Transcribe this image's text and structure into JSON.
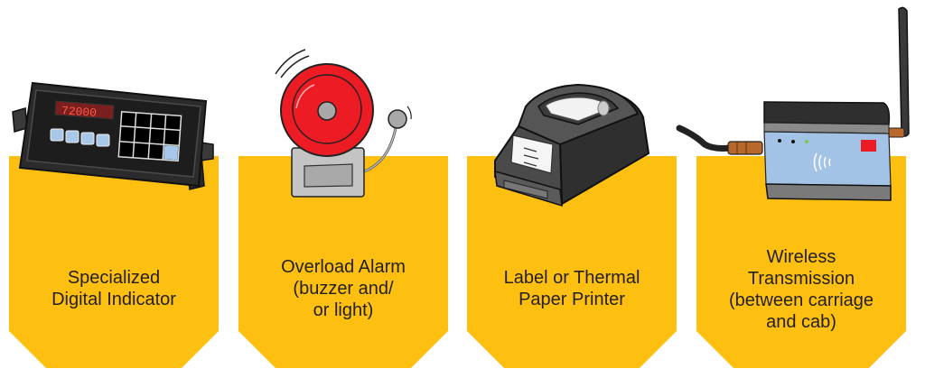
{
  "colors": {
    "panel_fill": "#FDC010",
    "text": "#231F20",
    "background": "#FFFFFF"
  },
  "items": [
    {
      "label": "Specialized\nDigital Indicator",
      "icon": "digital-indicator-icon",
      "display_value": "72000"
    },
    {
      "label": "Overload Alarm\n(buzzer and/\nor light)",
      "icon": "alarm-bell-icon"
    },
    {
      "label": "Label or Thermal\nPaper Printer",
      "icon": "thermal-printer-icon"
    },
    {
      "label": "Wireless\nTransmission\n(between carriage\nand cab)",
      "icon": "wireless-transmitter-icon"
    }
  ]
}
